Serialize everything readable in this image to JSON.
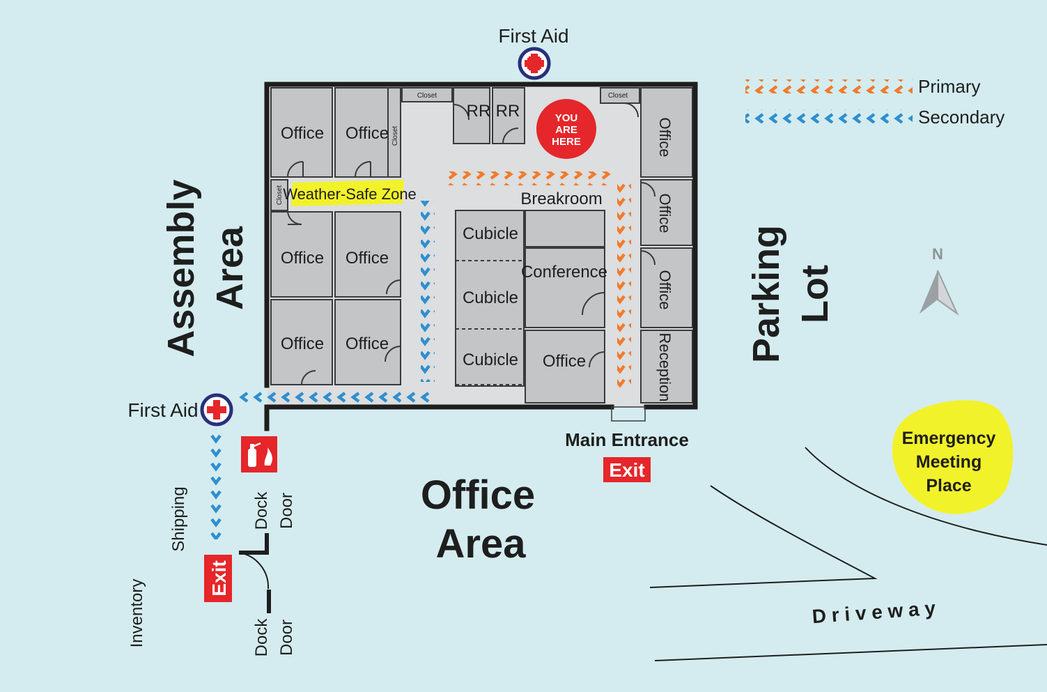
{
  "map": {
    "legend": {
      "primary_label": "Primary",
      "secondary_label": "Secondary",
      "primary_color": "#f07b2d",
      "secondary_color": "#2f8fcf"
    },
    "you_are_here": [
      "YOU",
      "ARE",
      "HERE"
    ],
    "first_aid_top_label": "First Aid",
    "first_aid_left_label": "First Aid",
    "rooms": {
      "office": "Office",
      "closet": "Closet",
      "restroom": "RR",
      "weather_safe_zone": "Weather-Safe Zone",
      "breakroom": "Breakroom",
      "cubicle": "Cubicle",
      "conference": "Conference",
      "reception": "Reception"
    },
    "areas": {
      "assembly": [
        "Assembly",
        "Area"
      ],
      "office": [
        "Office",
        "Area"
      ],
      "parking": [
        "Parking",
        "Lot"
      ],
      "shipping": "Shipping",
      "inventory": "Inventory",
      "driveway": "D r i v e w a y"
    },
    "main_entrance": "Main Entrance",
    "exit_label": "Exit",
    "dock_door": [
      "Dock",
      "Door"
    ],
    "emergency_meeting_place": [
      "Emergency",
      "Meeting",
      "Place"
    ],
    "compass_label": "N",
    "colors": {
      "background": "#d4ecef",
      "floor": "#dcdedf",
      "room": "#c3c5c7",
      "wall": "#1e1e1e",
      "exit_red": "#e5262a",
      "highlight_yellow": "#f2f22a",
      "first_aid_blue": "#27307a"
    }
  }
}
